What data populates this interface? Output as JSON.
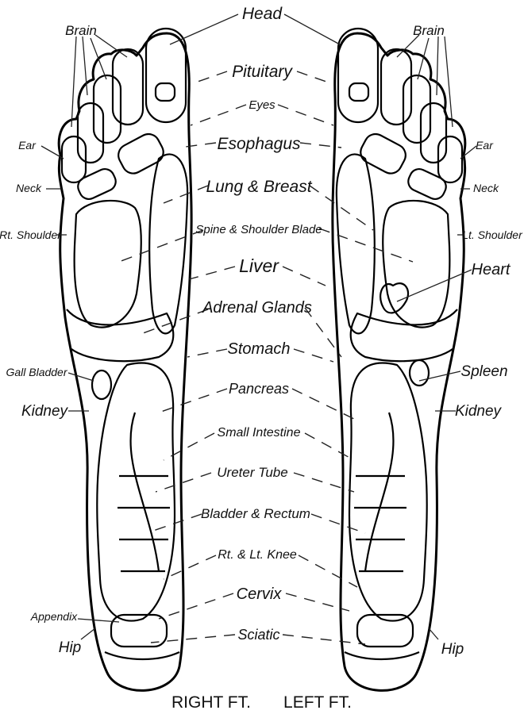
{
  "center_labels": [
    "Head",
    "Pituitary",
    "Eyes",
    "Esophagus",
    "Lung & Breast",
    "Spine & Shoulder Blade",
    "Liver",
    "Adrenal Glands",
    "Stomach",
    "Pancreas",
    "Small Intestine",
    "Ureter Tube",
    "Bladder & Rectum",
    "Rt. & Lt. Knee",
    "Cervix",
    "Sciatic"
  ],
  "right_foot_labels": [
    "Brain",
    "Ear",
    "Neck",
    "Rt. Shoulder",
    "Gall Bladder",
    "Kidney",
    "Appendix",
    "Hip"
  ],
  "left_foot_labels": [
    "Brain",
    "Ear",
    "Neck",
    "Lt. Shoulder",
    "Heart",
    "Spleen",
    "Kidney",
    "Hip"
  ],
  "captions": {
    "right": "RIGHT FT.",
    "left": "LEFT FT."
  }
}
